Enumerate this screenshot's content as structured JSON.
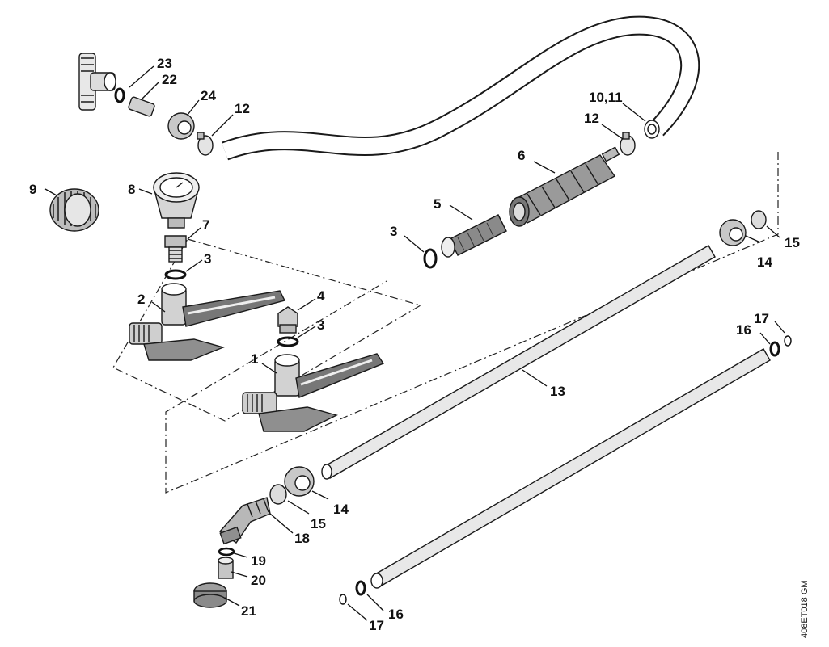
{
  "diagram": {
    "document_id": "408ET018 GM",
    "callouts": {
      "c1": "1",
      "c2": "2",
      "c3a": "3",
      "c3b": "3",
      "c3c": "3",
      "c4": "4",
      "c5": "5",
      "c6": "6",
      "c7": "7",
      "c8": "8",
      "c9": "9",
      "c10_11": "10,11",
      "c12a": "12",
      "c12b": "12",
      "c13": "13",
      "c14a": "14",
      "c14b": "14",
      "c15a": "15",
      "c15b": "15",
      "c16a": "16",
      "c16b": "16",
      "c17a": "17",
      "c17b": "17",
      "c18": "18",
      "c19": "19",
      "c20": "20",
      "c21": "21",
      "c22": "22",
      "c23": "23",
      "c24": "24"
    }
  }
}
